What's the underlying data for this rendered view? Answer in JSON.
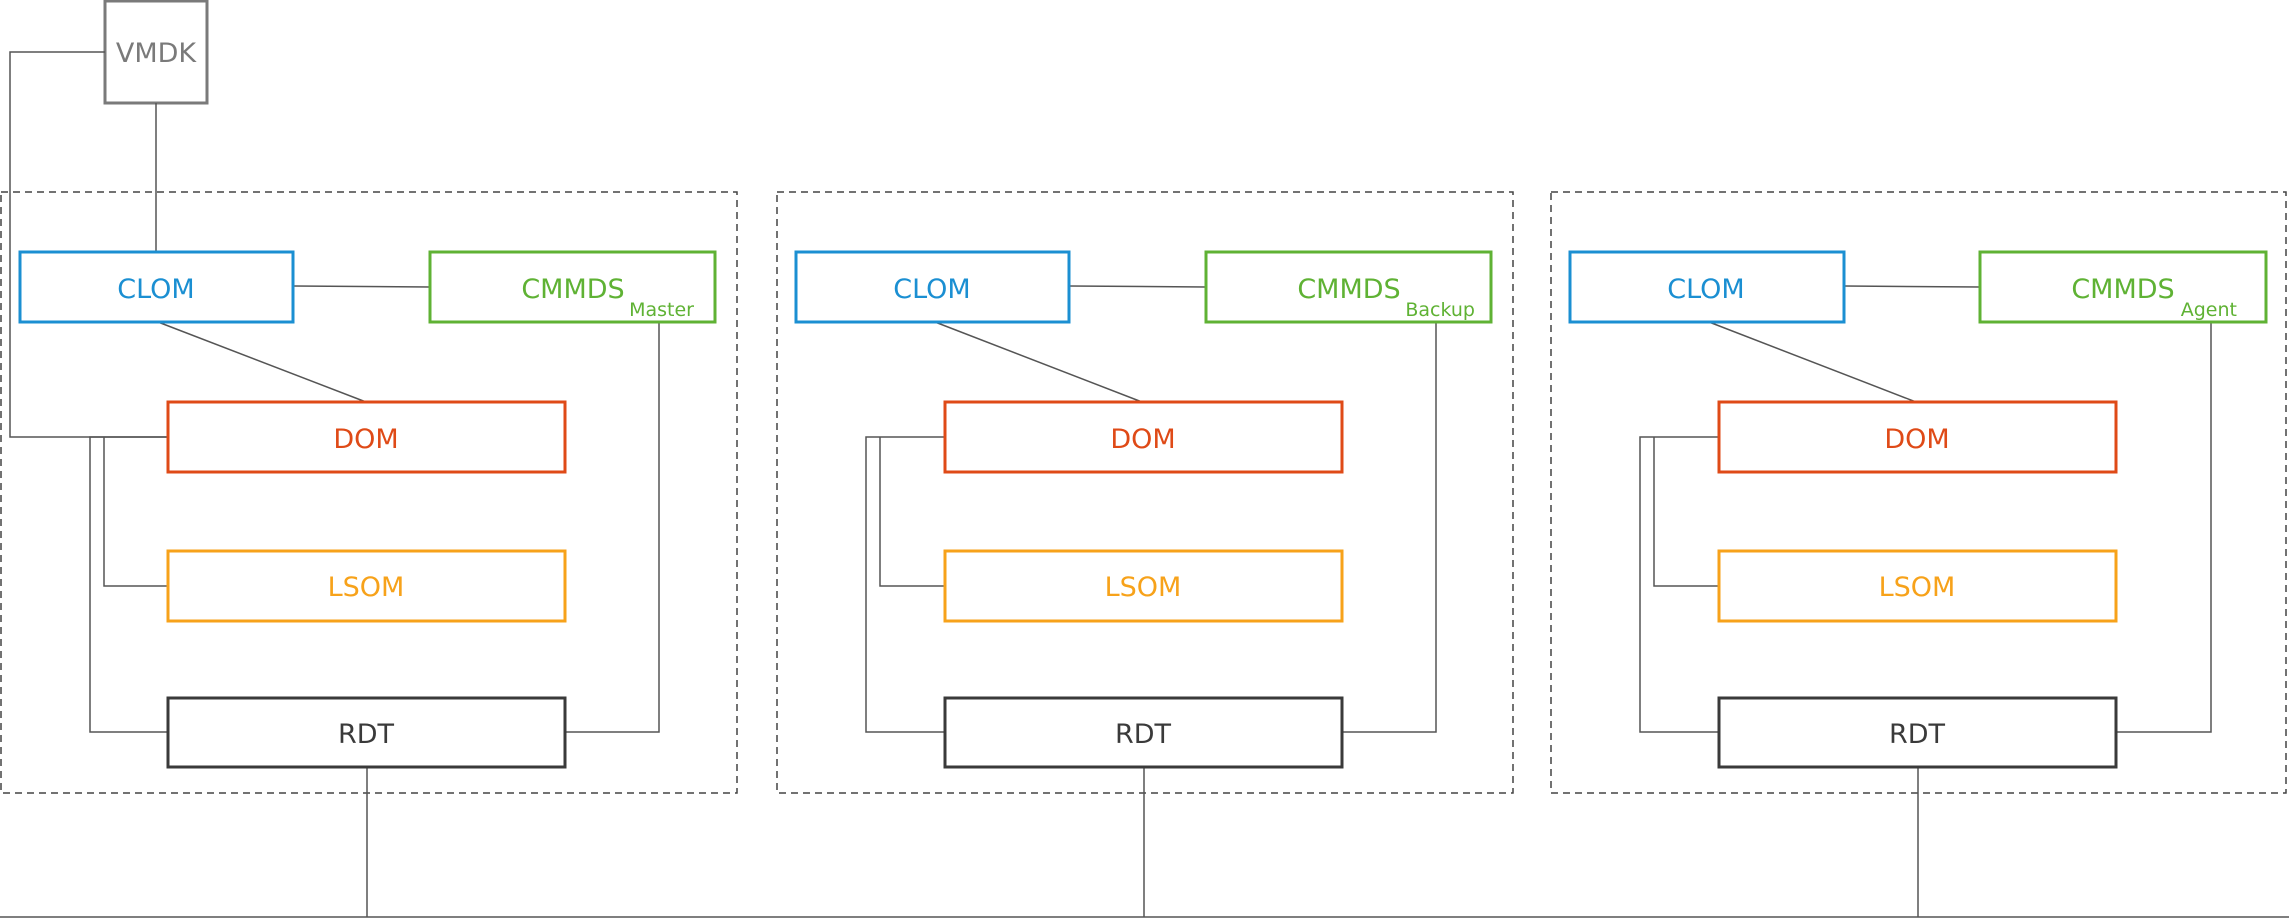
{
  "vmdk": {
    "label": "VMDK"
  },
  "hosts": [
    {
      "clom": "CLOM",
      "cmmds": "CMMDS",
      "cmmds_role": "Master",
      "dom": "DOM",
      "lsom": "LSOM",
      "rdt": "RDT"
    },
    {
      "clom": "CLOM",
      "cmmds": "CMMDS",
      "cmmds_role": "Backup",
      "dom": "DOM",
      "lsom": "LSOM",
      "rdt": "RDT"
    },
    {
      "clom": "CLOM",
      "cmmds": "CMMDS",
      "cmmds_role": "Agent",
      "dom": "DOM",
      "lsom": "LSOM",
      "rdt": "RDT"
    }
  ],
  "colors": {
    "clom": "#1b8fd2",
    "cmmds": "#5fb234",
    "dom": "#df4a17",
    "lsom": "#f7a21a",
    "rdt": "#3a3a3a",
    "vmdk": "#7a7a7a",
    "line": "#555555",
    "dashed": "#444444"
  }
}
